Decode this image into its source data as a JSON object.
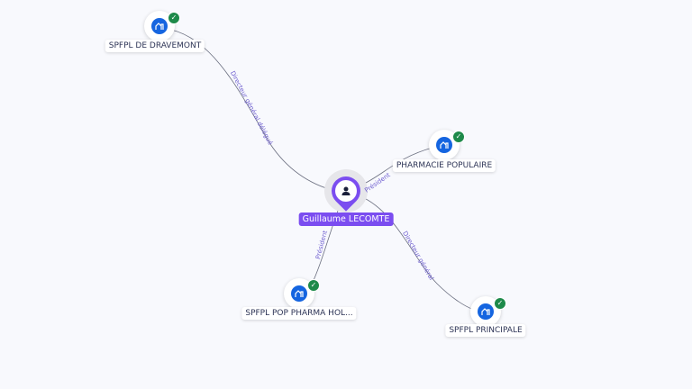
{
  "center": {
    "name": "Guillaume LECOMTE",
    "icon": "person-icon",
    "color": "#7b4df0"
  },
  "companies": [
    {
      "name": "SPFPL DE DRAVEMONT",
      "icon": "company-icon",
      "verified": true
    },
    {
      "name": "PHARMACIE POPULAIRE",
      "icon": "company-icon",
      "verified": true
    },
    {
      "name": "SPFPL POP PHARMA HOL...",
      "icon": "company-icon",
      "verified": true
    },
    {
      "name": "SPFPL PRINCIPALE",
      "icon": "company-icon",
      "verified": true
    }
  ],
  "edges": [
    {
      "label": "Directeur général délégué"
    },
    {
      "label": "Président"
    },
    {
      "label": "Président"
    },
    {
      "label": "Directeur général"
    }
  ],
  "colors": {
    "company": "#1565e0",
    "verified": "#1e8a4a",
    "edge_label": "#7060d0"
  }
}
